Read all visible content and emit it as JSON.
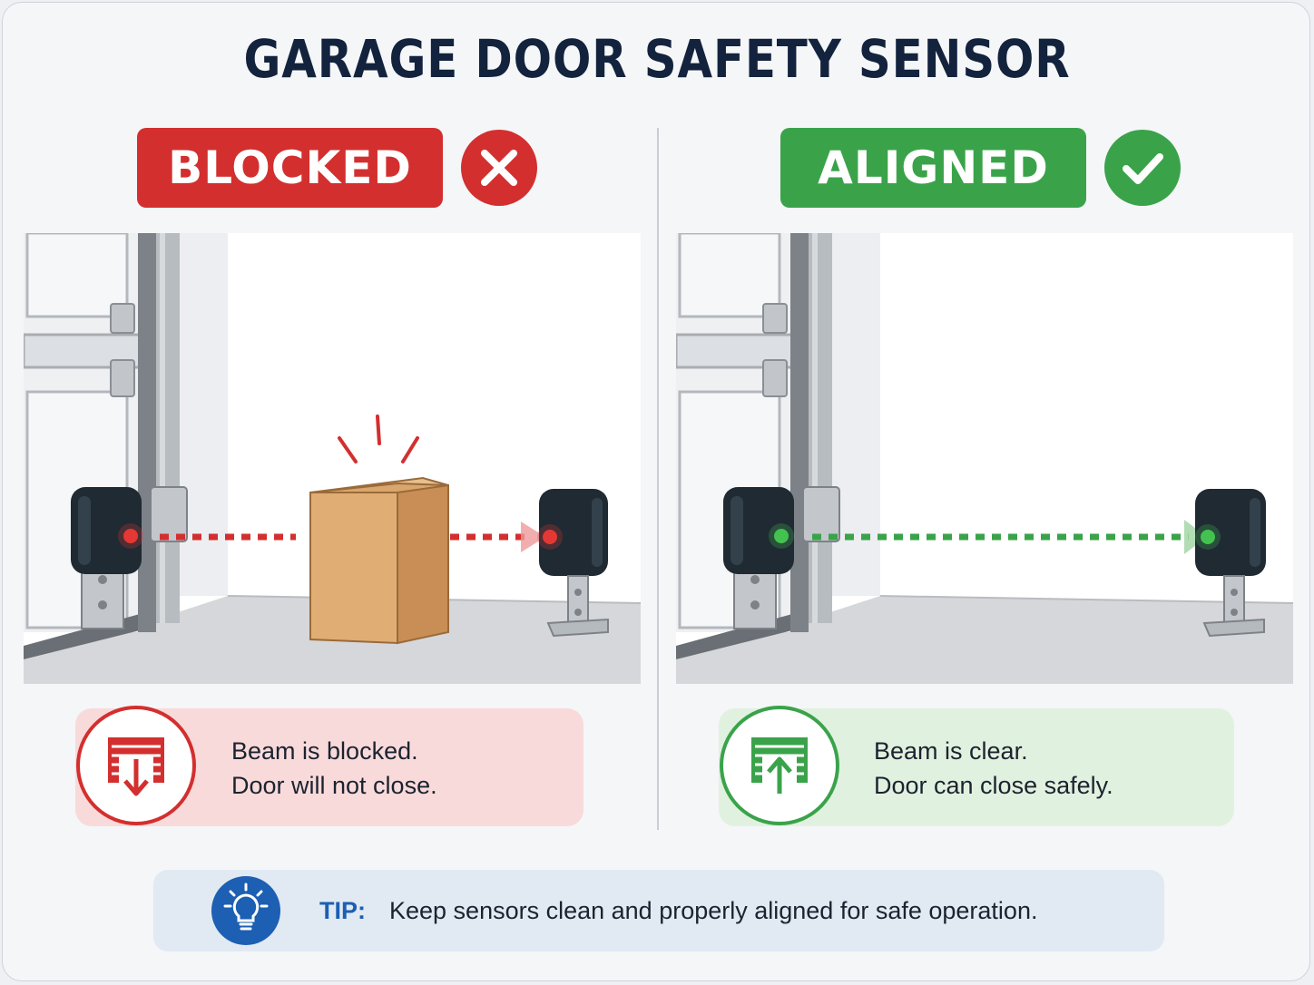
{
  "title": "GARAGE DOOR SAFETY SENSOR",
  "colors": {
    "blocked_red": "#d32f2f",
    "aligned_green": "#3aa34a",
    "blocked_bg": "#f9dada",
    "aligned_bg": "#e1f1df",
    "tip_blue": "#1c5fb3",
    "sensor_body": "#1f2a33"
  },
  "blocked": {
    "label": "BLOCKED",
    "status_icon": "x-circle-icon",
    "line1": "Beam is blocked.",
    "line2": "Door will not close.",
    "card_icon": "garage-door-down-icon"
  },
  "aligned": {
    "label": "ALIGNED",
    "status_icon": "check-circle-icon",
    "line1": "Beam is clear.",
    "line2": "Door can close safely.",
    "card_icon": "garage-door-up-icon"
  },
  "tip": {
    "label": "TIP:",
    "text": "Keep sensors clean and properly aligned for safe operation.",
    "icon": "lightbulb-icon"
  }
}
